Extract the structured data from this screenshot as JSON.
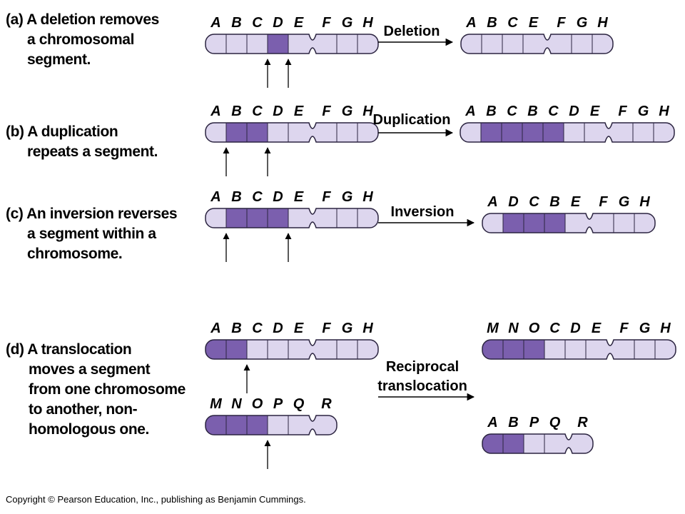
{
  "panels": [
    {
      "id": "a",
      "caption": [
        {
          "prefix": "(a) A ",
          "term": "deletion",
          "suffix": " removes"
        },
        {
          "text": "a chromosomal"
        },
        {
          "text": "segment."
        }
      ],
      "operation_lines": [
        "Deletion"
      ],
      "before": [
        {
          "genes": [
            "A",
            "B",
            "C",
            "D",
            "E",
            "F",
            "G",
            "H"
          ],
          "highlight": [
            "D"
          ],
          "centromere_after": "E",
          "arrows_at": [
            "C|D",
            "D|E"
          ]
        }
      ],
      "after": [
        {
          "genes": [
            "A",
            "B",
            "C",
            "E",
            "F",
            "G",
            "H"
          ],
          "highlight": [],
          "centromere_after": "E"
        }
      ]
    },
    {
      "id": "b",
      "caption": [
        {
          "prefix": "(b) A ",
          "term": "duplication",
          "suffix": ""
        },
        {
          "text": "repeats a segment."
        }
      ],
      "operation_lines": [
        "Duplication"
      ],
      "before": [
        {
          "genes": [
            "A",
            "B",
            "C",
            "D",
            "E",
            "F",
            "G",
            "H"
          ],
          "highlight": [
            "B",
            "C"
          ],
          "centromere_after": "E",
          "arrows_at": [
            "A|B",
            "C|D"
          ]
        }
      ],
      "after": [
        {
          "genes": [
            "A",
            "B",
            "C",
            "B",
            "C",
            "D",
            "E",
            "F",
            "G",
            "H"
          ],
          "highlight": [
            "B",
            "C",
            "B",
            "C"
          ],
          "centromere_after": "E"
        }
      ]
    },
    {
      "id": "c",
      "caption": [
        {
          "prefix": "(c) An ",
          "term": "inversion",
          "suffix": " reverses"
        },
        {
          "text": "a segment within a"
        },
        {
          "text": "chromosome."
        }
      ],
      "operation_lines": [
        "Inversion"
      ],
      "before": [
        {
          "genes": [
            "A",
            "B",
            "C",
            "D",
            "E",
            "F",
            "G",
            "H"
          ],
          "highlight": [
            "B",
            "C",
            "D"
          ],
          "centromere_after": "E",
          "arrows_at": [
            "A|B",
            "D|E"
          ]
        }
      ],
      "after": [
        {
          "genes": [
            "A",
            "D",
            "C",
            "B",
            "E",
            "F",
            "G",
            "H"
          ],
          "highlight": [
            "D",
            "C",
            "B"
          ],
          "centromere_after": "E"
        }
      ]
    },
    {
      "id": "d",
      "caption": [
        {
          "prefix": "(d) A ",
          "term": "translocation",
          "suffix": ""
        },
        {
          "text": "moves a segment"
        },
        {
          "text": "from one chromosome"
        },
        {
          "text": "to another, non-"
        },
        {
          "text": "homologous one."
        }
      ],
      "operation_lines": [
        "Reciprocal",
        "translocation"
      ],
      "before": [
        {
          "genes": [
            "A",
            "B",
            "C",
            "D",
            "E",
            "F",
            "G",
            "H"
          ],
          "highlight": [
            "A",
            "B"
          ],
          "centromere_after": "E",
          "arrows_at": [
            "B|C"
          ]
        },
        {
          "genes": [
            "M",
            "N",
            "O",
            "P",
            "Q",
            "R"
          ],
          "highlight": [
            "M",
            "N",
            "O"
          ],
          "centromere_after": "Q",
          "arrows_at": [
            "O|P"
          ]
        }
      ],
      "after": [
        {
          "genes": [
            "M",
            "N",
            "O",
            "C",
            "D",
            "E",
            "F",
            "G",
            "H"
          ],
          "highlight": [
            "M",
            "N",
            "O"
          ],
          "centromere_after": "E"
        },
        {
          "genes": [
            "A",
            "B",
            "P",
            "Q",
            "R"
          ],
          "highlight": [
            "A",
            "B"
          ],
          "centromere_after": "Q"
        }
      ]
    }
  ],
  "colors": {
    "light_segment": "#ddd6ee",
    "dark_segment": "#7b5fae",
    "outline": "#2b2440"
  },
  "copyright": "Copyright © Pearson Education, Inc., publishing as Benjamin Cummings."
}
